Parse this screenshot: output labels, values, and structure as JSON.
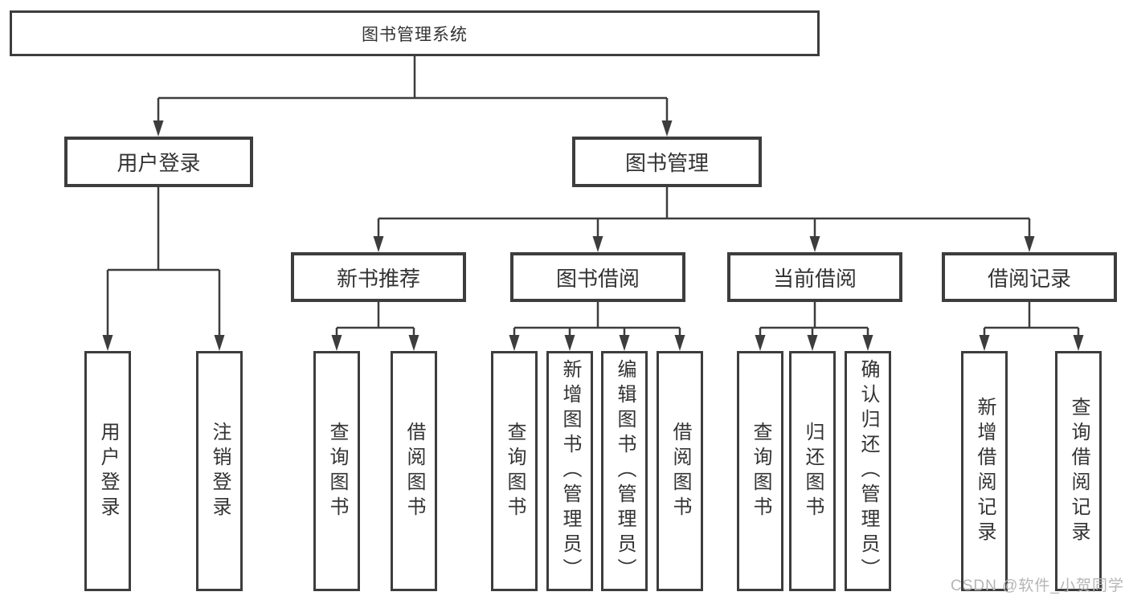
{
  "diagram": {
    "tree": {
      "label": "图书管理系统",
      "children": [
        {
          "label": "用户登录",
          "children": [
            {
              "label": "用户登录"
            },
            {
              "label": "注销登录"
            }
          ]
        },
        {
          "label": "图书管理",
          "children": [
            {
              "label": "新书推荐",
              "children": [
                {
                  "label": "查询图书"
                },
                {
                  "label": "借阅图书"
                }
              ]
            },
            {
              "label": "图书借阅",
              "children": [
                {
                  "label": "查询图书"
                },
                {
                  "label": "新增图书（管理员）"
                },
                {
                  "label": "编辑图书（管理员）"
                },
                {
                  "label": "借阅图书"
                }
              ]
            },
            {
              "label": "当前借阅",
              "children": [
                {
                  "label": "查询图书"
                },
                {
                  "label": "归还图书"
                },
                {
                  "label": "确认归还（管理员）"
                }
              ]
            },
            {
              "label": "借阅记录",
              "children": [
                {
                  "label": "新增借阅记录"
                },
                {
                  "label": "查询借阅记录"
                }
              ]
            }
          ]
        }
      ]
    },
    "watermark": "CSDN @软件_小贺同学",
    "colors": {
      "line": "#3d3d3d",
      "text": "#333333",
      "watermark": "#b5b5b5",
      "background": "#ffffff"
    }
  }
}
